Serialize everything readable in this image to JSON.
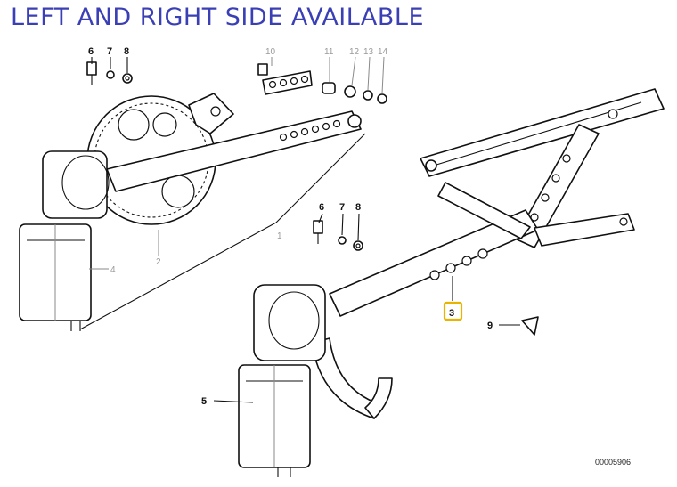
{
  "banner": {
    "text": "LEFT AND RIGHT SIDE AVAILABLE",
    "color": "#3b3fb5"
  },
  "callouts": {
    "upper_6": "6",
    "upper_7": "7",
    "upper_8": "8",
    "upper_10": "10",
    "upper_11": "11",
    "upper_12": "12",
    "upper_13": "13",
    "upper_14": "14",
    "left_1": "1",
    "left_2": "2",
    "left_4": "4",
    "mid_6": "6",
    "mid_7": "7",
    "mid_8": "8",
    "part_3": "3",
    "part_5": "5",
    "part_9": "9"
  },
  "highlight_color": "#e8b400",
  "doc_number": "00005906"
}
